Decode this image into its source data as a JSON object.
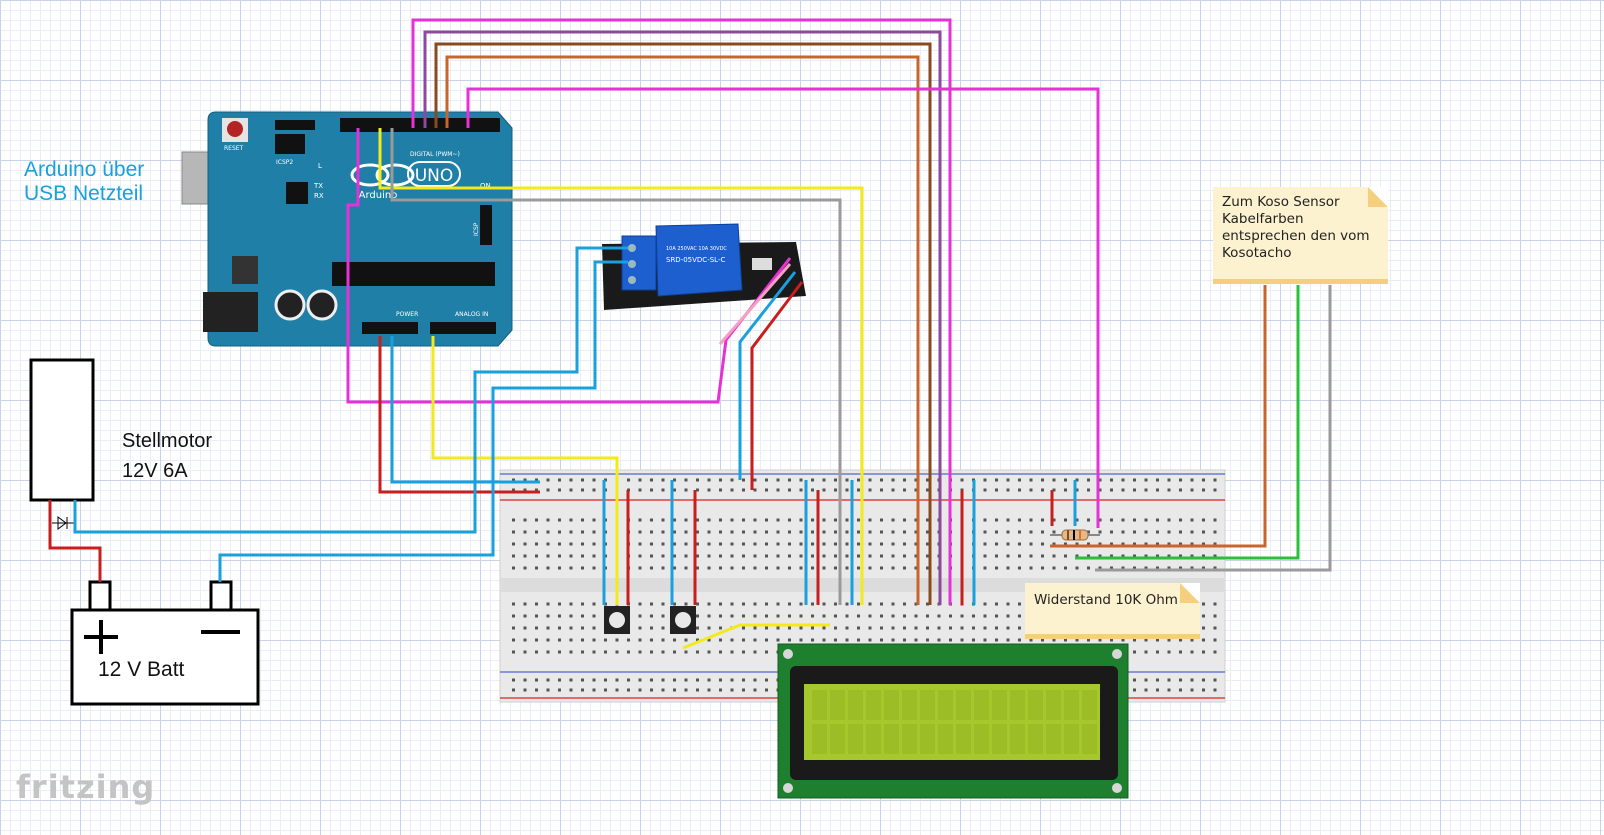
{
  "labels": {
    "arduino_power": "Arduino über\nUSB Netzteil",
    "motor": "Stellmotor\n12V 6A",
    "battery": "12 V Batt",
    "battery_plus": "+",
    "battery_minus": "−",
    "sensor_note": "Zum Koso Sensor\nKabelfarben\nentsprechen den vom\nKosotacho",
    "resistor_note": "Widerstand 10K Ohm",
    "logo": "fritzing"
  },
  "arduino": {
    "brand": "Arduino",
    "model": "UNO",
    "reset": "RESET",
    "digital": "DIGITAL (PWM~)",
    "power": "POWER",
    "analog": "ANALOG IN",
    "icsp": "ICSP",
    "icsp2": "ICSP2",
    "on": "ON",
    "tx": "TX",
    "rx": "RX",
    "l": "L"
  },
  "relay": {
    "part": "SRD-05VDC-SL-C",
    "rating": "10A 250VAC 10A 30VDC"
  },
  "colors": {
    "magenta": "#e532d6",
    "purple": "#8b4a9c",
    "brown": "#8a4a1c",
    "orange_brown": "#c8652d",
    "yellow": "#f2ea1a",
    "gray": "#9a9a9a",
    "blue": "#1aa0dc",
    "red": "#c81e1e",
    "pink": "#f4a0c0",
    "green": "#2bbf3a",
    "arduino_teal": "#1f7fa6",
    "lcd_pcb": "#1e7f2f",
    "lcd_screen": "#a6c82c"
  }
}
